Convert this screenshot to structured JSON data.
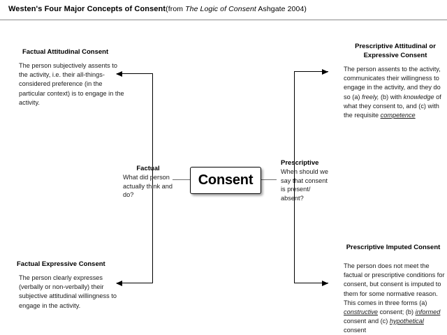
{
  "header": {
    "title_bold": "Westen's Four Major Concepts of Consent",
    "title_from": "(from ",
    "title_italic": "The Logic of Consent",
    "title_tail": " Ashgate 2004)"
  },
  "center": {
    "box_label": "Consent"
  },
  "branches": [
    {
      "id": "factual",
      "heading": "Factual",
      "body": "What did person actually think and do?"
    },
    {
      "id": "prescriptive",
      "heading": "Prescriptive",
      "body": "When should we say that consent is present/ absent?"
    }
  ],
  "nodes": [
    {
      "id": "factual-attitudinal",
      "heading": "Factual Attitudinal Consent",
      "body": "The person subjectively assents to the activity, i.e. their all-things-considered preference (in the particular context) is to engage in the activity."
    },
    {
      "id": "prescriptive-attitudinal",
      "heading": "Prescriptive Attitudinal or Expressive Consent",
      "body_part1": "The person assents to the activity, communicates their willingness to engage in the activity, and they do so (a) ",
      "emphasis1": "freely,",
      "body_part2": " (b) with ",
      "emphasis2": "knowledge",
      "body_part3": " of what they consent to, and (c) with the requisite ",
      "emphasis3": "competence"
    },
    {
      "id": "factual-expressive",
      "heading": "Factual Expressive Consent",
      "body": "The person clearly expresses (verbally or non-verbally) their subjective attitudinal willingness to engage in the activity."
    },
    {
      "id": "prescriptive-imputed",
      "heading": "Prescriptive Imputed Consent",
      "body_part1": "The person does not meet the factual or prescriptive conditions for consent, but consent is imputed to them for some normative reason. This comes in three forms (a) ",
      "emphasis1": "constructive",
      "body_part2": " consent; (b) ",
      "emphasis2": "informed",
      "body_part3": " consent and (c) ",
      "emphasis3": "hypothetical",
      "body_part4": " consent"
    }
  ],
  "colors": {
    "background": "#ffffff",
    "text": "#000000",
    "rule": "#8a8a8a",
    "connector": "#000000",
    "stub": "#6e6e6e"
  }
}
